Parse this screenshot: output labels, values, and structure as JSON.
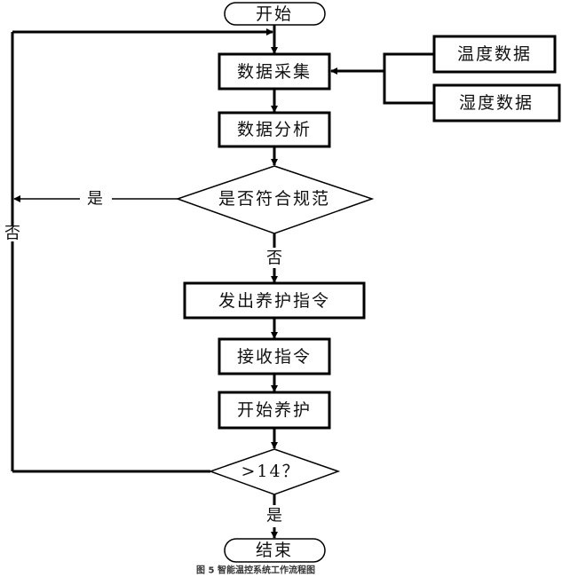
{
  "flowchart": {
    "start": "开始",
    "data_collect": "数据采集",
    "temp_data": "温度数据",
    "humidity_data": "湿度数据",
    "data_analysis": "数据分析",
    "decision_compliant": "是否符合规范",
    "yes_left": "是",
    "no_down": "否",
    "no_loop": "否",
    "issue_command": "发出养护指令",
    "receive_command": "接收指令",
    "start_curing": "开始养护",
    "decision_days": ">14？",
    "yes_end": "是",
    "end": "结束"
  },
  "caption": "图 5  智能温控系统工作流程图"
}
